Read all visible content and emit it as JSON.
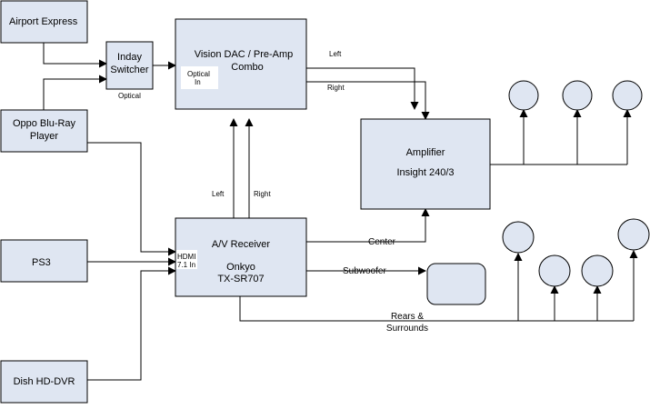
{
  "nodes": {
    "airport_express": "Airport Express",
    "inday_switcher": [
      "Inday",
      "Switcher"
    ],
    "vision_dac": [
      "Vision DAC / Pre-Amp",
      "Combo"
    ],
    "vision_dac_port": [
      "Optical",
      "In"
    ],
    "oppo": [
      "Oppo Blu-Ray",
      "Player"
    ],
    "amplifier": "Amplifier",
    "amplifier_model": "Insight 240/3",
    "ps3": "PS3",
    "av_receiver": "A/V Receiver",
    "av_receiver_model": [
      "Onkyo",
      "TX-SR707"
    ],
    "av_receiver_port": [
      "HDMI",
      "7.1 In"
    ],
    "dish": "Dish HD-DVR"
  },
  "edges": {
    "optical": "Optical",
    "dac_left": "Left",
    "dac_right": "Right",
    "rx_left": "Left",
    "rx_right": "Right",
    "center": "Center",
    "subwoofer": "Subwoofer",
    "rears": [
      "Rears &",
      "Surrounds"
    ]
  }
}
